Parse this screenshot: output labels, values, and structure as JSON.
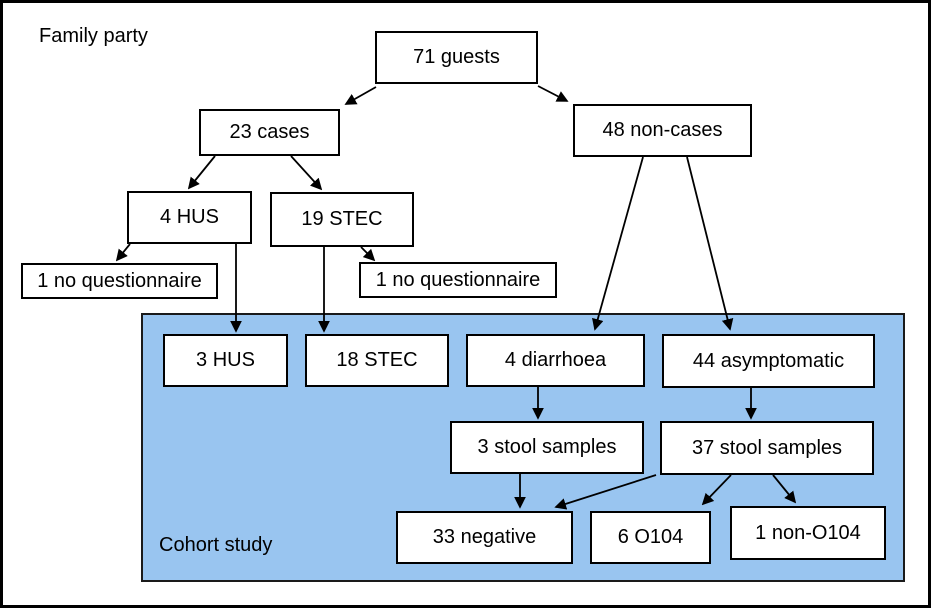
{
  "diagram": {
    "outer_label": "Family party",
    "cohort_label": "Cohort study",
    "colors": {
      "cohort_fill": "#99c5f0",
      "box_fill": "#ffffff",
      "box_border": "#000000"
    },
    "nodes": {
      "guests": "71 guests",
      "cases": "23 cases",
      "noncases": "48 non-cases",
      "hus4": "4 HUS",
      "stec19": "19 STEC",
      "noq1": "1 no questionnaire",
      "noq2": "1 no questionnaire",
      "hus3": "3 HUS",
      "stec18": "18 STEC",
      "diarrhoea": "4 diarrhoea",
      "asymptomatic": "44 asymptomatic",
      "stool3": "3 stool samples",
      "stool37": "37 stool samples",
      "negative33": "33 negative",
      "o104": "6 O104",
      "nono104": "1 non-O104"
    }
  }
}
